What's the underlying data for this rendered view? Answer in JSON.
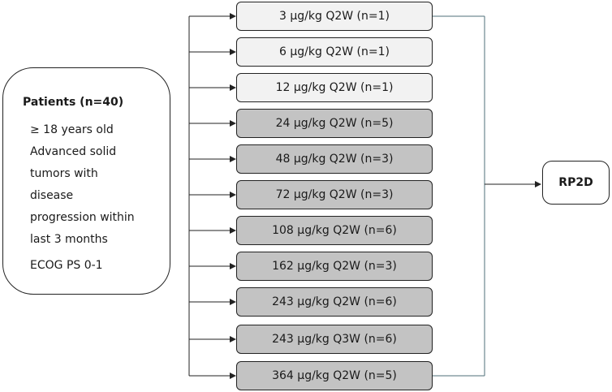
{
  "patients": {
    "title": "Patients (n=40)",
    "criteria": [
      "≥ 18 years old",
      "Advanced solid",
      "tumors with",
      "disease",
      "progression within",
      "last 3 months",
      "ECOG PS 0-1"
    ]
  },
  "arms": [
    {
      "label": "3 μg/kg Q2W (n=1)",
      "shade": "light"
    },
    {
      "label": "6 μg/kg Q2W (n=1)",
      "shade": "light"
    },
    {
      "label": "12 μg/kg Q2W (n=1)",
      "shade": "light"
    },
    {
      "label": "24 μg/kg Q2W (n=5)",
      "shade": "dark"
    },
    {
      "label": "48 μg/kg Q2W (n=3)",
      "shade": "dark"
    },
    {
      "label": "72 μg/kg Q2W (n=3)",
      "shade": "dark"
    },
    {
      "label": "108 μg/kg Q2W (n=6)",
      "shade": "dark"
    },
    {
      "label": "162 μg/kg Q2W (n=3)",
      "shade": "dark"
    },
    {
      "label": "243 μg/kg Q2W (n=6)",
      "shade": "dark"
    },
    {
      "label": "243 μg/kg Q3W (n=6)",
      "shade": "dark"
    },
    {
      "label": "364 μg/kg Q2W (n=5)",
      "shade": "dark"
    }
  ],
  "outcome": {
    "label": "RP2D"
  },
  "colors": {
    "light_fill": "#f2f2f2",
    "dark_fill": "#c3c3c3",
    "line": "#222222",
    "bracket": "#4f6f7a"
  }
}
